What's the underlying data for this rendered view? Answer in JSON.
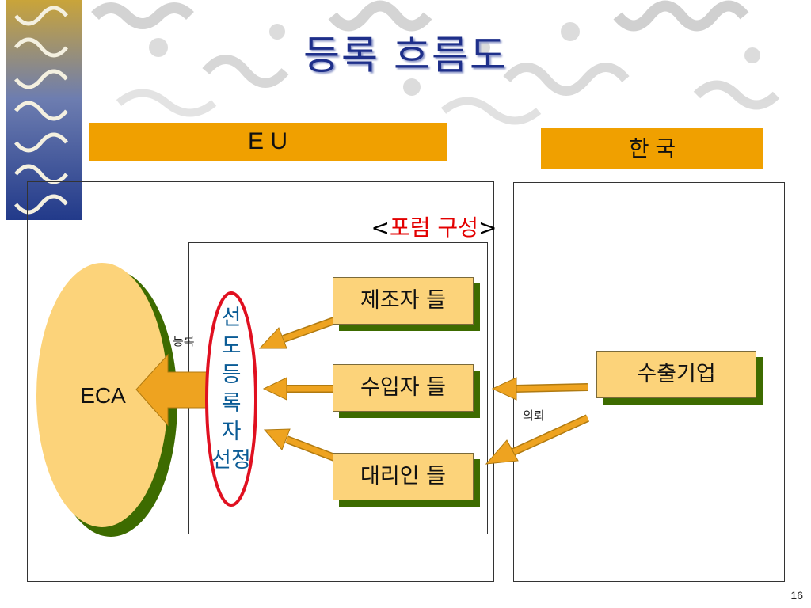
{
  "title": "등록 흐름도",
  "headers": {
    "eu": "E U",
    "korea": "한 국"
  },
  "forum": {
    "open": "<",
    "label": "포럼 구성",
    "close": ">"
  },
  "eca": {
    "label": "ECA"
  },
  "boxes": {
    "manufacturers": "제조자 들",
    "importers": "수입자 들",
    "agents": "대리인 들",
    "exporter": "수출기업"
  },
  "lead_registrant": {
    "chars": [
      "선",
      "도",
      "등",
      "록",
      "자",
      "선정"
    ]
  },
  "labels": {
    "registration": "등록",
    "request": "의뢰"
  },
  "page_number": "16",
  "colors": {
    "header_bg": "#f0a000",
    "box_fill": "#fcd37a",
    "box_shadow": "#3d6b00",
    "arrow": "#eea320",
    "highlight_ring": "#e01020",
    "title": "#1e2f8a"
  }
}
